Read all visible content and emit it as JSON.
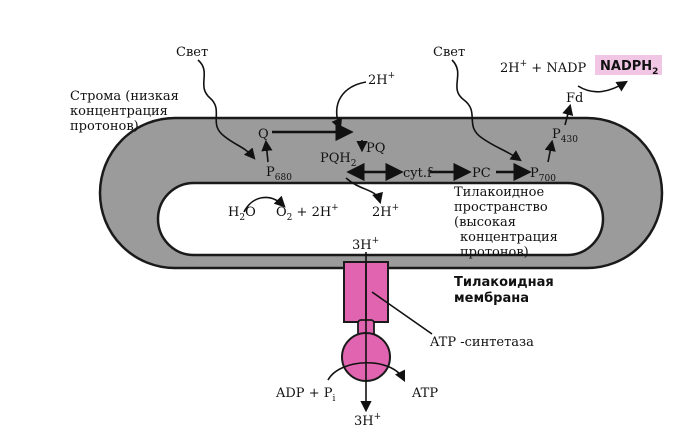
{
  "labels": {
    "light_left": "Свет",
    "light_right": "Свет",
    "stroma_line1": "Строма (низкая",
    "stroma_line2": "концентрация",
    "stroma_line3": "протонов)",
    "two_h_top": "2H",
    "two_h_nadp_prefix": "2H",
    "nadp_plus_text": " + NADP",
    "nadph2": "NADPH",
    "nadph2_sub": "2",
    "fd": "Fd",
    "q": "Q",
    "pqh2": "PQH",
    "pqh2_sub": "2",
    "pq": "PQ",
    "p680": "P",
    "p680_sub": "680",
    "cytf": "cyt.f",
    "pc": "PC",
    "p700": "P",
    "p700_sub": "700",
    "p430": "P",
    "p430_sub": "430",
    "h2o": "H",
    "h2o_sub": "2",
    "h2o_o": "O",
    "o2_prefix": "O",
    "o2_sub": "2",
    "o2_rest": " + 2H",
    "two_h_lumen": "2H",
    "lumen_line1": "Тилакоидное",
    "lumen_line2": "пространство",
    "lumen_line3": "(высокая",
    "lumen_line4": "концентрация",
    "lumen_line5": "протонов)",
    "three_h_top": "3H",
    "membrane_line1": "Тилакоидная",
    "membrane_line2": "мембрана",
    "atp_synthase": "ATP -синтетаза",
    "adp_pi": "ADP + P",
    "adp_pi_sub": "i",
    "atp": "ATP",
    "three_h_bottom": "3H",
    "plus": "+"
  },
  "colors": {
    "membrane_fill": "#9b9b9b",
    "membrane_stroke": "#1a1a1a",
    "atp_synthase": "#e064b0",
    "nadph_highlight": "#f1c6e4"
  }
}
